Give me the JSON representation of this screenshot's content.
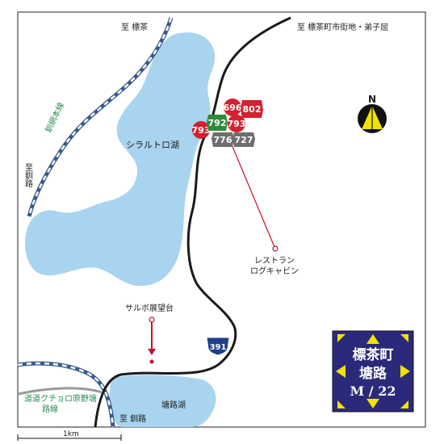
{
  "labels": {
    "top_left_dest": "至 標茶",
    "top_right_dest": "至 標茶町市街地・弟子屈",
    "left_dest": "至釧路",
    "lake_main": "シラルトロ湖",
    "lake_south": "塘路湖",
    "bottom_dest": "至 釧路",
    "railway_north": "釧網本線",
    "railway_south": "道道クチョロ原野塘路線",
    "restaurant": "レストラン\nログキャビン",
    "lookout": "サルボ展望台",
    "route_shield": "391",
    "compass": "N",
    "scale": "1km"
  },
  "badges": {
    "b696": "696",
    "b802": "802",
    "b793a": "793",
    "b792": "792",
    "b793b": "793",
    "b776": "776",
    "b727": "727"
  },
  "panel": {
    "line1": "標茶町",
    "line2": "塘路",
    "line3": "M / 22"
  },
  "colors": {
    "water": "#a8d4ef",
    "road": "#1a1a1a",
    "rail": "#3a5a8c",
    "red_badge": "#d42030",
    "green_badge": "#2e8b3a",
    "gray_badge": "#6e6e6e",
    "panel_bg": "#2b2a7a",
    "panel_arrow": "#f2e200"
  }
}
